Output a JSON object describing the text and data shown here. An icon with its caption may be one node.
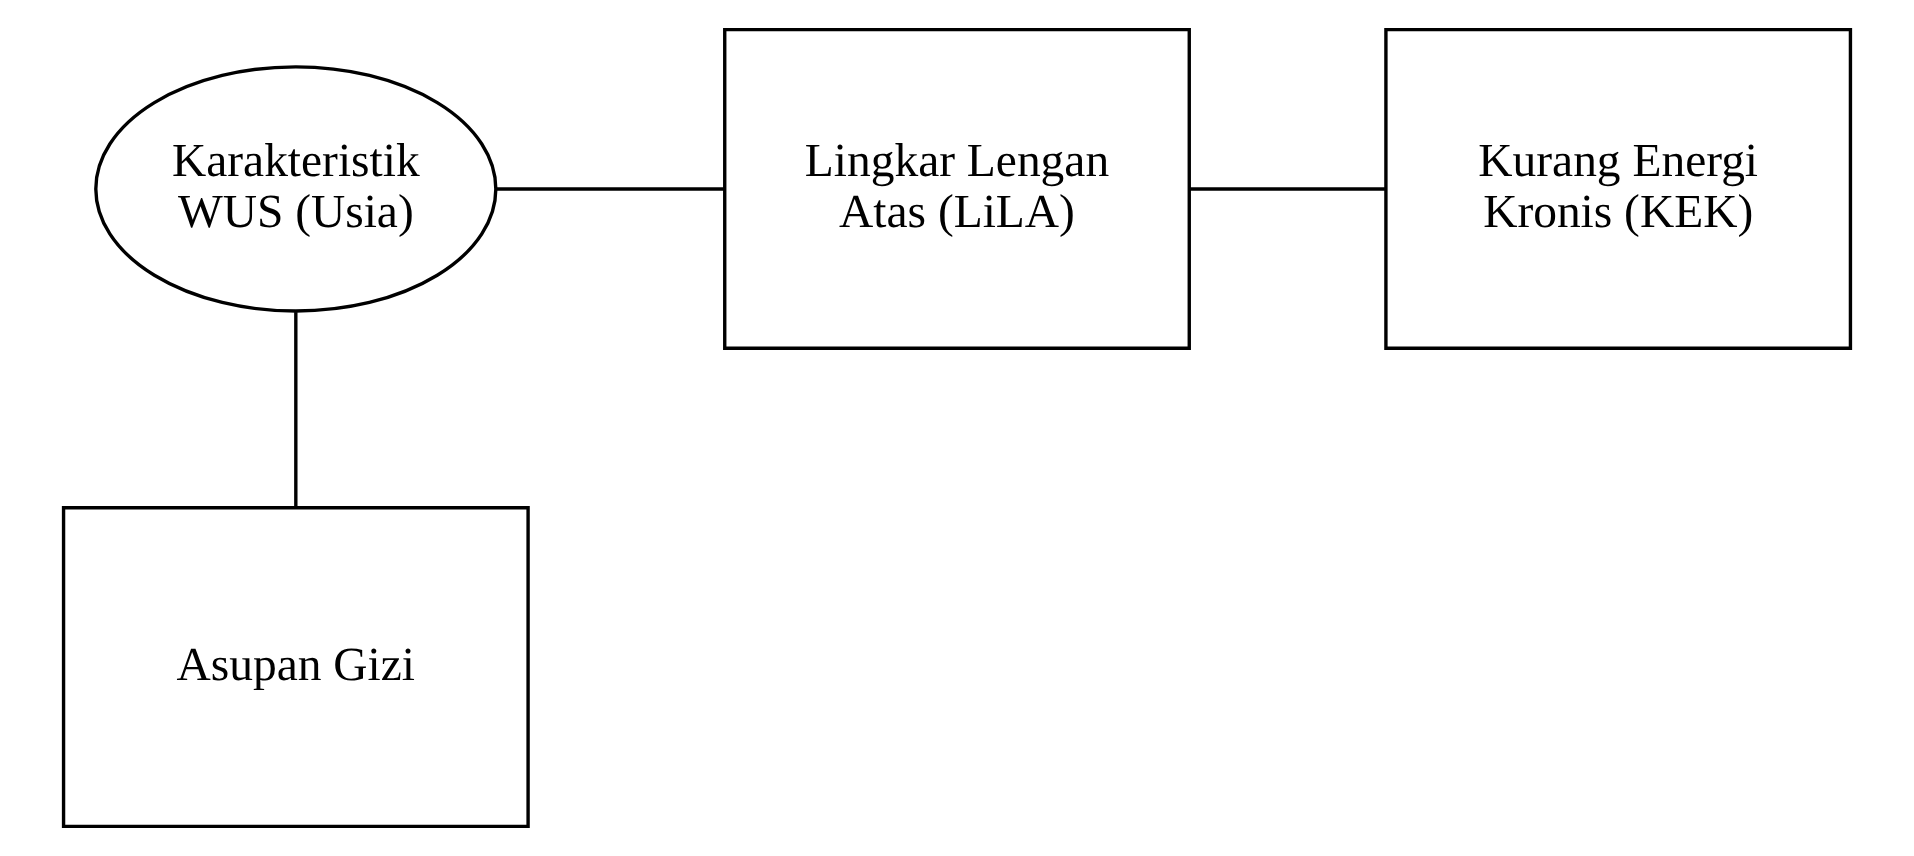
{
  "diagram": {
    "nodes": [
      {
        "text": [
          "Karakteristik WUS (Usia)"
        ]
      },
      {
        "text": [
          "Lingkar Lengan Atas (LiLA)"
        ]
      },
      {
        "text": [
          "Kurang Energi Kronis (KEK)"
        ]
      },
      {
        "text": [
          "Asupan Gizi"
        ]
      }
    ],
    "edges": [
      {
        "from": 0,
        "to": 1,
        "arrow": "none"
      },
      {
        "from": 1,
        "to": 2,
        "arrow": "none"
      },
      {
        "from": 0,
        "to": 3,
        "arrow": "none"
      }
    ]
  }
}
